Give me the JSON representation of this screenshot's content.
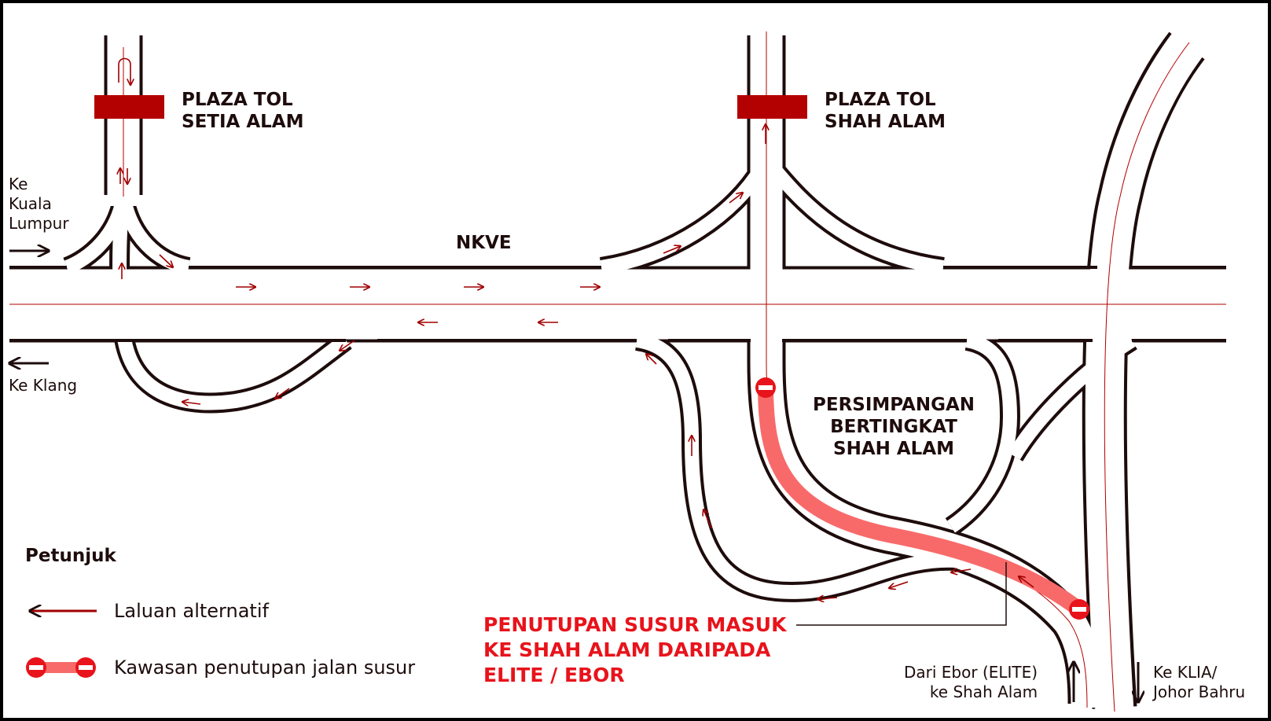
{
  "labels": {
    "toll_setia": [
      "PLAZA TOL",
      "SETIA ALAM"
    ],
    "toll_shah": [
      "PLAZA TOL",
      "SHAH ALAM"
    ],
    "nkve": "NKVE",
    "interchange": [
      "PERSIMPANGAN",
      "BERTINGKAT",
      "SHAH ALAM"
    ],
    "ke_kl": [
      "Ke",
      "Kuala",
      "Lumpur"
    ],
    "ke_klang": "Ke Klang",
    "dari_ebor": [
      "Dari Ebor (ELITE)",
      "ke Shah Alam"
    ],
    "ke_klia": [
      "Ke KLIA/",
      "Johor Bahru"
    ],
    "closure": [
      "PENUTUPAN SUSUR MASUK",
      "KE SHAH ALAM DARIPADA",
      "ELITE / EBOR"
    ]
  },
  "legend": {
    "title": "Petunjuk",
    "items": [
      {
        "label": "Laluan alternatif",
        "symbol": "arrow"
      },
      {
        "label": "Kawasan penutupan jalan susur",
        "symbol": "closure-bar"
      }
    ]
  },
  "colors": {
    "road_outline": "#1e0c0c",
    "road_fill": "#ffffff",
    "toll_plaza": "#b30000",
    "route_arrow": "#a00000",
    "closure_highlight": "#f86a6a",
    "closure_icon": "#e8131b",
    "closure_text": "#e8131b"
  }
}
